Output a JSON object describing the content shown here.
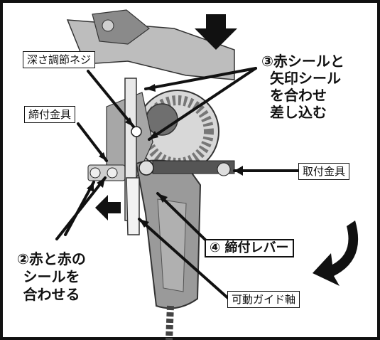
{
  "labels": {
    "depth_screw": "深さ調節ネジ",
    "clamp_fitting": "締付金具",
    "mount_fitting": "取付金具",
    "movable_guide_shaft": "可動ガイド軸"
  },
  "steps": {
    "step2_lines": [
      "②赤と赤の",
      "シールを",
      "合わせる"
    ],
    "step3_lines": [
      "③赤シールと",
      "矢印シール",
      "を合わせ",
      "差し込む"
    ],
    "step4_label": "④ 締付レバー"
  },
  "colors": {
    "ink": "#111111",
    "paper": "#ffffff",
    "tool_gray": "#9a9a9a"
  }
}
